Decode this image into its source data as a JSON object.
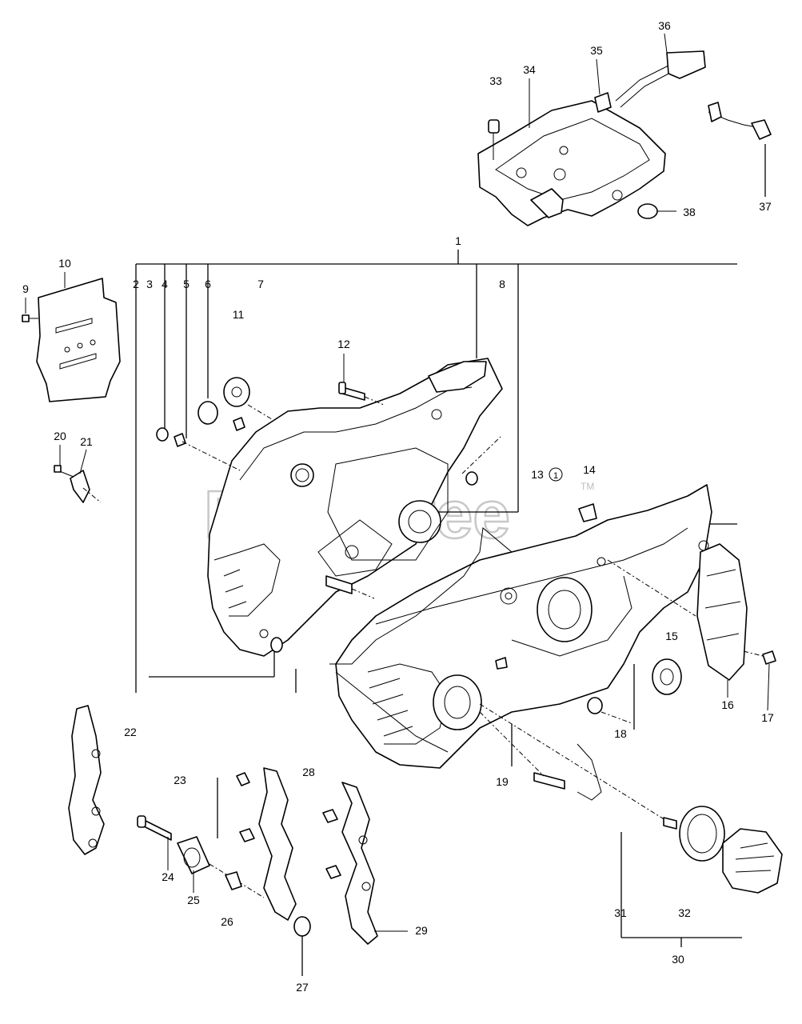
{
  "watermark": {
    "text": "PartsTree",
    "tm": "TM"
  },
  "callouts": [
    {
      "id": "c1",
      "text": "1"
    },
    {
      "id": "c2",
      "text": "2"
    },
    {
      "id": "c3",
      "text": "3"
    },
    {
      "id": "c4",
      "text": "4"
    },
    {
      "id": "c5",
      "text": "5"
    },
    {
      "id": "c6",
      "text": "6"
    },
    {
      "id": "c7",
      "text": "7"
    },
    {
      "id": "c8",
      "text": "8"
    },
    {
      "id": "c9",
      "text": "9"
    },
    {
      "id": "c10",
      "text": "10"
    },
    {
      "id": "c11",
      "text": "11"
    },
    {
      "id": "c12",
      "text": "12"
    },
    {
      "id": "c13",
      "text": "13"
    },
    {
      "id": "c13sym",
      "text": "1"
    },
    {
      "id": "c14",
      "text": "14"
    },
    {
      "id": "c15",
      "text": "15"
    },
    {
      "id": "c16",
      "text": "16"
    },
    {
      "id": "c17",
      "text": "17"
    },
    {
      "id": "c18",
      "text": "18"
    },
    {
      "id": "c19",
      "text": "19"
    },
    {
      "id": "c20",
      "text": "20"
    },
    {
      "id": "c21",
      "text": "21"
    },
    {
      "id": "c22",
      "text": "22"
    },
    {
      "id": "c23",
      "text": "23"
    },
    {
      "id": "c24",
      "text": "24"
    },
    {
      "id": "c25",
      "text": "25"
    },
    {
      "id": "c26",
      "text": "26"
    },
    {
      "id": "c27",
      "text": "27"
    },
    {
      "id": "c28",
      "text": "28"
    },
    {
      "id": "c29",
      "text": "29"
    },
    {
      "id": "c30",
      "text": "30"
    },
    {
      "id": "c31",
      "text": "31"
    },
    {
      "id": "c32",
      "text": "32"
    },
    {
      "id": "c33",
      "text": "33"
    },
    {
      "id": "c34",
      "text": "34"
    },
    {
      "id": "c35",
      "text": "35"
    },
    {
      "id": "c36",
      "text": "36"
    },
    {
      "id": "c37",
      "text": "37"
    },
    {
      "id": "c38",
      "text": "38"
    }
  ]
}
